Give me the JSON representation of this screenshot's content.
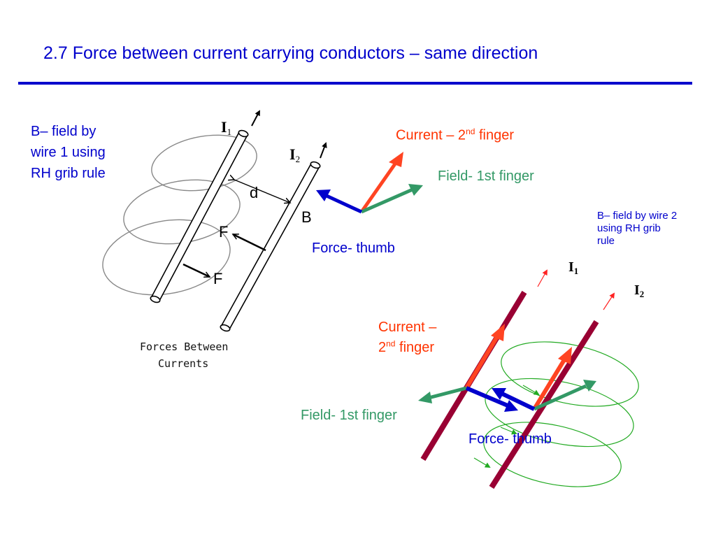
{
  "slide": {
    "title": "2.7   Force between current carrying conductors – same direction"
  },
  "left_note": {
    "line1": "B– field by",
    "line2": "wire 1 using",
    "line3": "RH grib rule"
  },
  "right_note": {
    "line1": "B– field by wire 2",
    "line2": "using RH grib",
    "line3": "rule"
  },
  "top_vectors": {
    "current_text": "Current – 2",
    "current_sup": "nd",
    "current_tail": " finger",
    "field": "Field- 1st finger",
    "force": "Force- thumb"
  },
  "bottom_vectors": {
    "current_line1": "Current –",
    "current_num": "2",
    "current_sup": "nd",
    "current_tail": " finger",
    "field": "Field- 1st finger",
    "force": "Force- thumb"
  },
  "left_figure": {
    "i_letter": "I",
    "i1_sub": "1",
    "i2_sub": "2",
    "distance": "d",
    "field_label": "B",
    "force_label": "F",
    "caption_line1": "Forces Between",
    "caption_line2": "Currents"
  },
  "right_figure": {
    "i_letter": "I",
    "i1_sub": "1",
    "i2_sub": "2"
  },
  "colors": {
    "accent_blue": "#0000cc",
    "current_orange": "#ff3300",
    "field_green": "#339966",
    "wire_maroon": "#990033",
    "loop_green": "#22aa22"
  }
}
